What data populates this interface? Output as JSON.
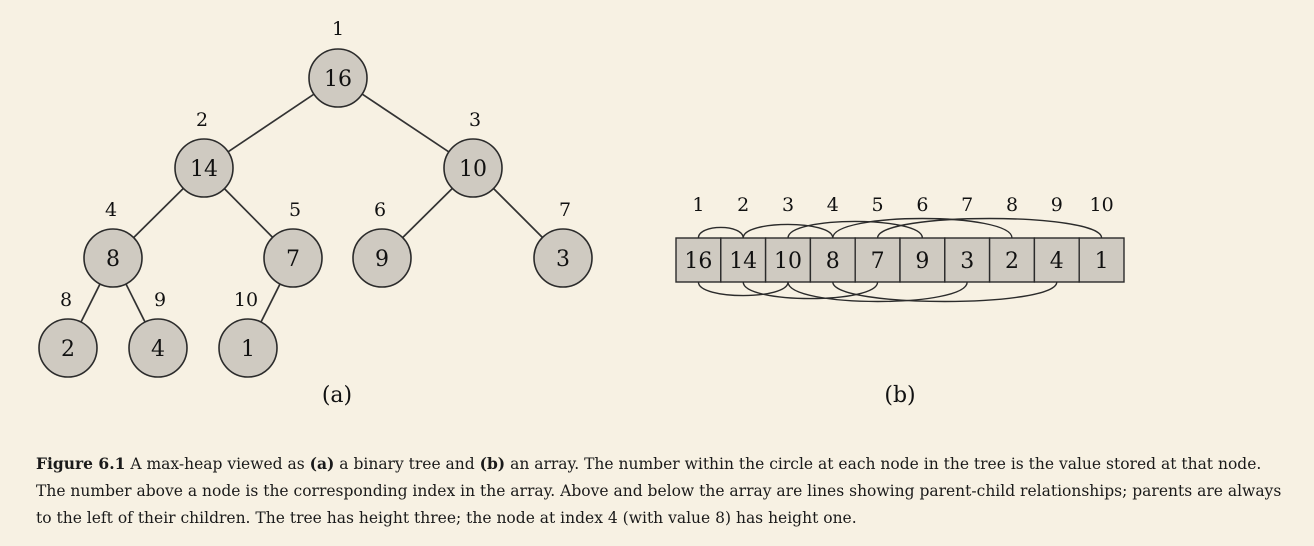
{
  "tree": {
    "nodes": [
      {
        "index": "1",
        "value": "16"
      },
      {
        "index": "2",
        "value": "14"
      },
      {
        "index": "3",
        "value": "10"
      },
      {
        "index": "4",
        "value": "8"
      },
      {
        "index": "5",
        "value": "7"
      },
      {
        "index": "6",
        "value": "9"
      },
      {
        "index": "7",
        "value": "3"
      },
      {
        "index": "8",
        "value": "2"
      },
      {
        "index": "9",
        "value": "4"
      },
      {
        "index": "10",
        "value": "1"
      }
    ],
    "label": "(a)"
  },
  "array": {
    "indices": [
      "1",
      "2",
      "3",
      "4",
      "5",
      "6",
      "7",
      "8",
      "9",
      "10"
    ],
    "values": [
      "16",
      "14",
      "10",
      "8",
      "7",
      "9",
      "3",
      "2",
      "4",
      "1"
    ],
    "label": "(b)"
  },
  "caption": {
    "figure_label": "Figure 6.1",
    "text_1": " A max-heap viewed as ",
    "part_a": "(a)",
    "text_2": " a binary tree and ",
    "part_b": "(b)",
    "text_3": " an array. The number within the circle at each node in the tree is the value stored at that node. The number above a node is the corresponding index in the array. Above and below the array are lines showing parent-child relationships; parents are always to the left of their children. The tree has height three; the node at index 4 (with value 8) has height one."
  }
}
